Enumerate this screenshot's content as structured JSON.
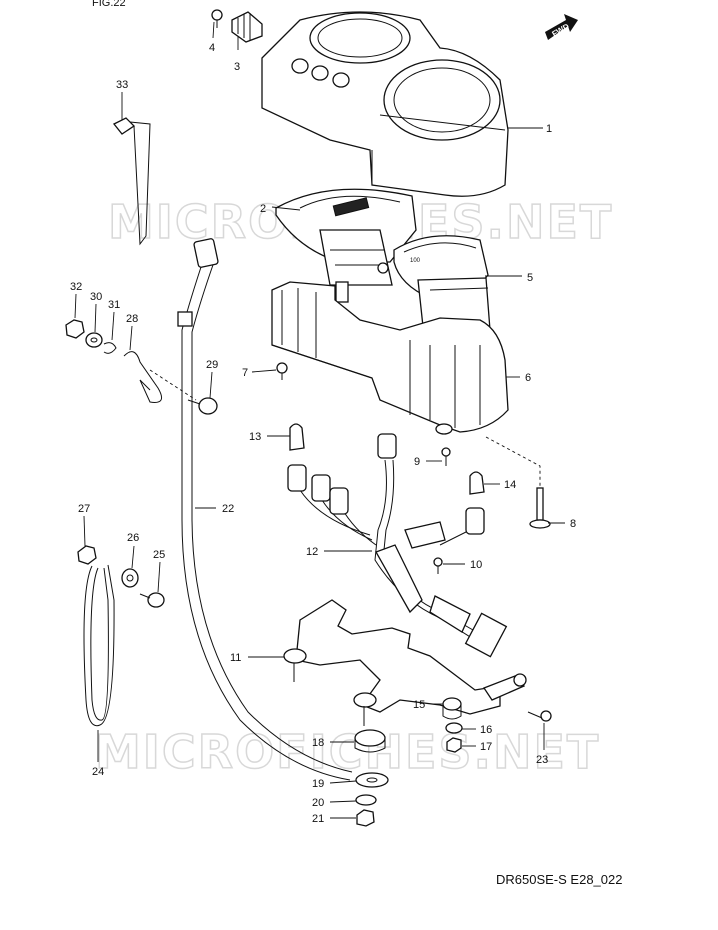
{
  "diagram_code": "DR650SE-S E28_022",
  "watermark": "MICROFICHES.NET",
  "fwd_label": "FWD",
  "dial_readout": "100",
  "header_fragment": "FIG.22",
  "callouts": [
    "1",
    "2",
    "3",
    "4",
    "5",
    "6",
    "7",
    "8",
    "9",
    "10",
    "11",
    "12",
    "13",
    "14",
    "15",
    "16",
    "17",
    "18",
    "19",
    "20",
    "21",
    "22",
    "23",
    "24",
    "25",
    "26",
    "27",
    "28",
    "29",
    "30",
    "31",
    "32",
    "33"
  ]
}
